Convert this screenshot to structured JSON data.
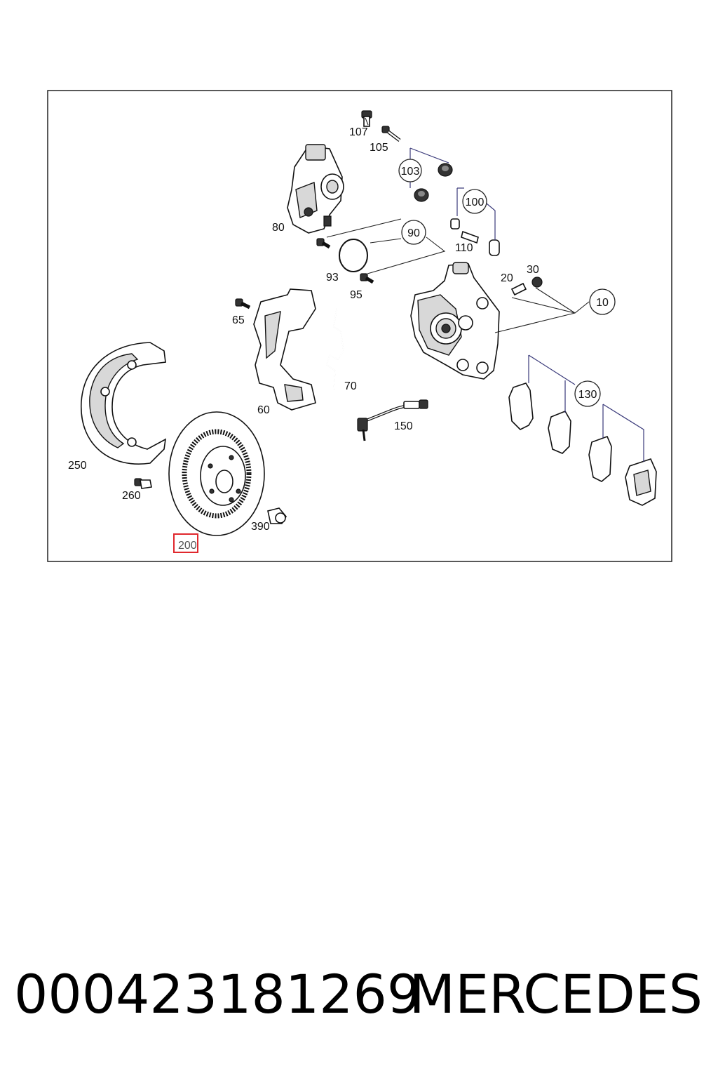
{
  "diagram": {
    "callouts": [
      {
        "id": "107",
        "label": "107"
      },
      {
        "id": "105",
        "label": "105"
      },
      {
        "id": "103",
        "label": "103"
      },
      {
        "id": "100",
        "label": "100"
      },
      {
        "id": "90",
        "label": "90"
      },
      {
        "id": "80",
        "label": "80"
      },
      {
        "id": "110",
        "label": "110"
      },
      {
        "id": "93",
        "label": "93"
      },
      {
        "id": "95",
        "label": "95"
      },
      {
        "id": "20",
        "label": "20"
      },
      {
        "id": "30",
        "label": "30"
      },
      {
        "id": "10",
        "label": "10"
      },
      {
        "id": "65",
        "label": "65"
      },
      {
        "id": "70",
        "label": "70"
      },
      {
        "id": "60",
        "label": "60"
      },
      {
        "id": "130",
        "label": "130"
      },
      {
        "id": "150",
        "label": "150"
      },
      {
        "id": "250",
        "label": "250"
      },
      {
        "id": "260",
        "label": "260"
      },
      {
        "id": "390",
        "label": "390"
      },
      {
        "id": "200",
        "label": "200"
      }
    ],
    "highlighted": "200",
    "highlight_color": "#e0282d"
  },
  "footer": {
    "part_number": "000423181269",
    "brand": "MERCEDES"
  }
}
